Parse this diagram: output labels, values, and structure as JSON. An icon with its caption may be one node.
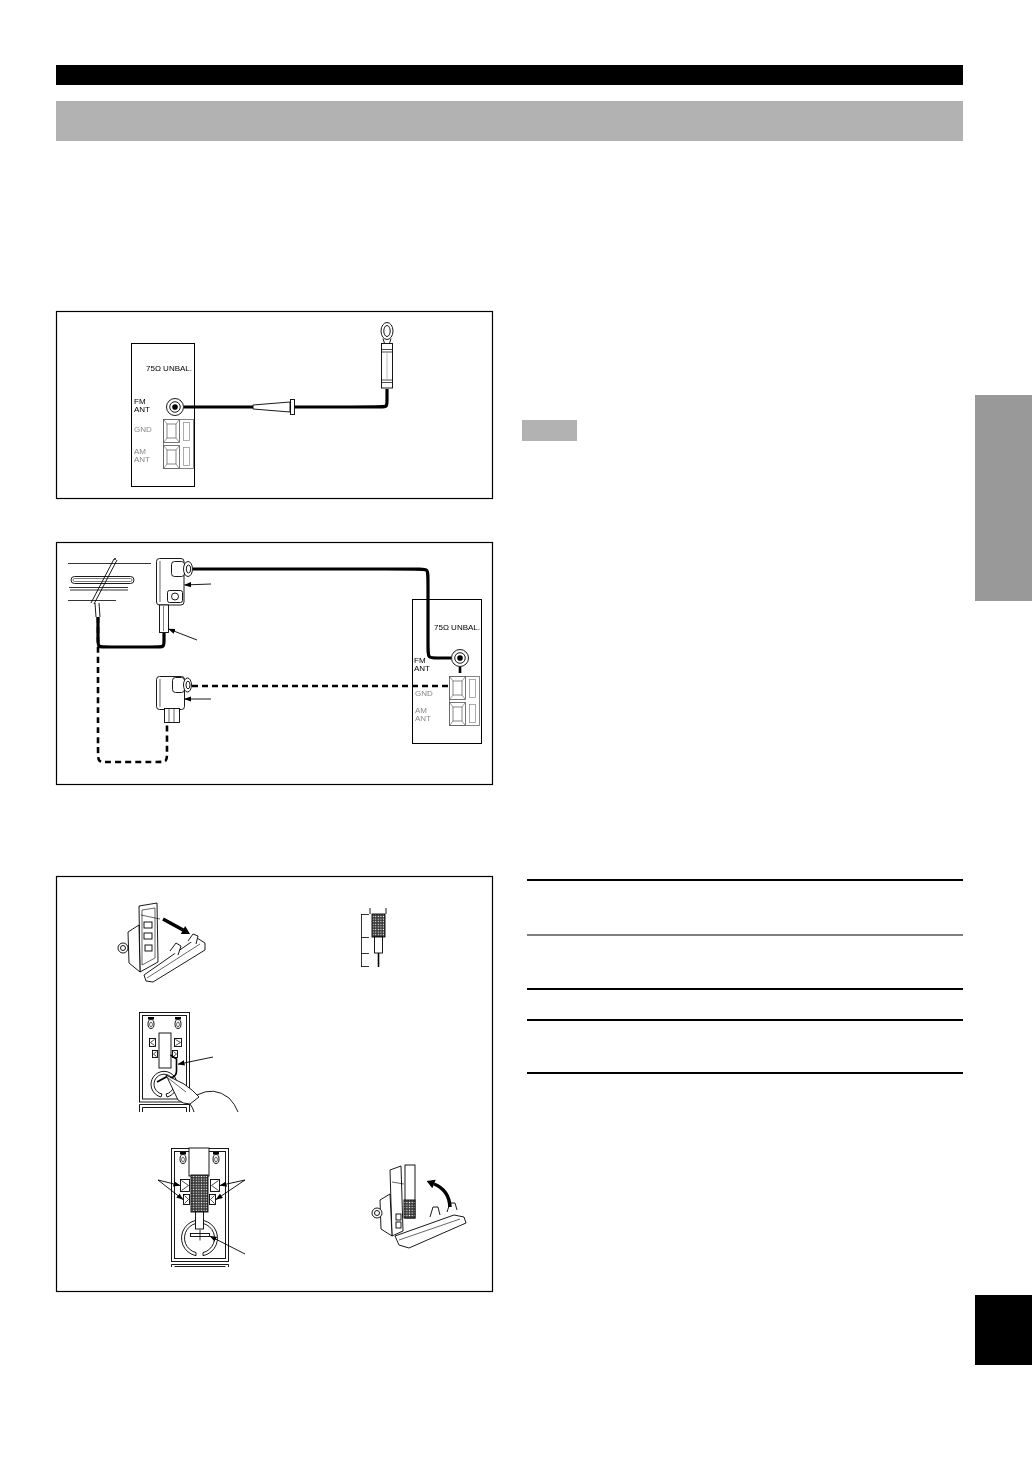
{
  "diagram": {
    "nodes": [
      {
        "text": [],
        "shape": "bar"
      },
      {
        "text": [
          "75Ω UNBAL.",
          "FM ANT",
          "GND",
          "AM ANT"
        ]
      },
      {
        "text": [],
        "shape": "circle",
        "in": 1
      },
      {
        "text": [],
        "shape": "box",
        "in": 1
      },
      {
        "text": [],
        "shape": "box",
        "in": 1
      },
      {
        "text": [],
        "shape": "picture"
      },
      {
        "text": [],
        "shape": "picture"
      },
      {
        "text": [],
        "shape": "picture"
      },
      {
        "text": [],
        "shape": "picture"
      },
      {
        "text": [
          "75Ω UNBAL.",
          "FM ANT",
          "GND",
          "AM ANT"
        ]
      },
      {
        "text": [],
        "shape": "circle",
        "in": 9
      },
      {
        "text": [],
        "shape": "box",
        "in": 9
      },
      {
        "text": [],
        "shape": "box",
        "in": 9
      },
      {
        "text": [],
        "shape": "picture"
      },
      {
        "text": [],
        "shape": "picture"
      },
      {
        "text": [],
        "shape": "picture"
      },
      {
        "text": [],
        "shape": "picture"
      },
      {
        "text": [],
        "shape": "picture"
      },
      {
        "text": [],
        "shape": "picture"
      },
      {
        "text": [],
        "shape": "bar"
      },
      {
        "text": [],
        "shape": "bar"
      },
      {
        "text": [],
        "shape": "bar"
      }
    ],
    "edges": [
      {
        "from": 2,
        "to": 5,
        "arrow": "none",
        "style": "thick"
      },
      {
        "from": 6,
        "to": 7,
        "arrow": "none",
        "style": "thick"
      },
      {
        "from": 7,
        "to": 10,
        "arrow": "none",
        "style": "thick"
      },
      {
        "from": 6,
        "to": 8,
        "arrow": "none",
        "style": "dashed"
      },
      {
        "from": 8,
        "to": 11,
        "arrow": "none",
        "style": "dashed"
      },
      {
        "from": 10,
        "to": 11,
        "arrow": "none",
        "style": "dashed"
      },
      {
        "from": null,
        "to": 7,
        "arrow": "to"
      },
      {
        "from": null,
        "to": 7,
        "arrow": "to"
      },
      {
        "from": null,
        "to": 8,
        "arrow": "to"
      },
      {
        "from": null,
        "to": 13,
        "arrow": "to"
      },
      {
        "from": null,
        "to": 14,
        "arrow": "to"
      },
      {
        "from": null,
        "to": 16,
        "arrow": "to"
      },
      {
        "from": null,
        "to": 15,
        "arrow": "to"
      },
      {
        "from": null,
        "to": 17,
        "arrow": "to"
      },
      {
        "from": null,
        "to": 18,
        "arrow": "to"
      }
    ]
  }
}
